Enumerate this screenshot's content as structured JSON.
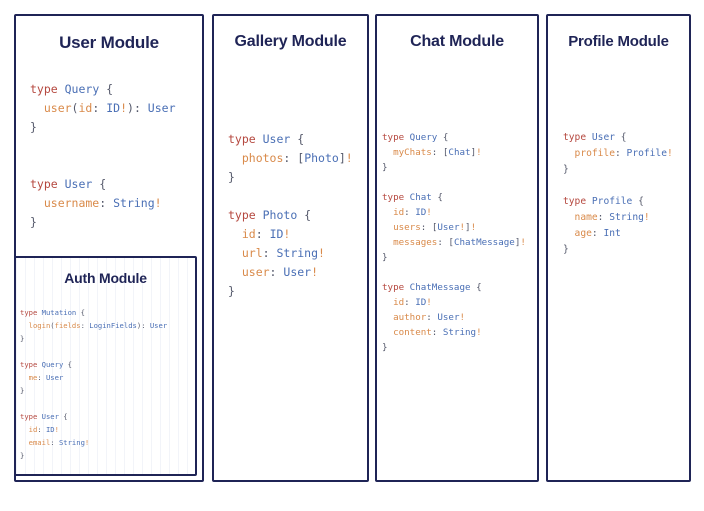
{
  "diagram": {
    "background": "#ffffff",
    "border_color": "#1f2456",
    "title_color": "#1f2456",
    "syntax_colors": {
      "keyword": "#b5483f",
      "type": "#4a6fb5",
      "field": "#d98a4a",
      "punctuation": "#55596b"
    }
  },
  "modules": {
    "user": {
      "title": "User Module",
      "code_lines": [
        [
          {
            "t": "type ",
            "c": "kw"
          },
          {
            "t": "Query",
            "c": "ty"
          },
          {
            "t": " {",
            "c": "pun"
          }
        ],
        [
          {
            "t": "  user",
            "c": "fld"
          },
          {
            "t": "(",
            "c": "pun"
          },
          {
            "t": "id",
            "c": "fld"
          },
          {
            "t": ": ",
            "c": "pun"
          },
          {
            "t": "ID",
            "c": "ty"
          },
          {
            "t": "!",
            "c": "bang"
          },
          {
            "t": ")",
            "c": "pun"
          },
          {
            "t": ": ",
            "c": "pun"
          },
          {
            "t": "User",
            "c": "ty"
          }
        ],
        [
          {
            "t": "}",
            "c": "pun"
          }
        ],
        [
          {
            "t": "",
            "c": "pun"
          }
        ],
        [
          {
            "t": "",
            "c": "pun"
          }
        ],
        [
          {
            "t": "type ",
            "c": "kw"
          },
          {
            "t": "User",
            "c": "ty"
          },
          {
            "t": " {",
            "c": "pun"
          }
        ],
        [
          {
            "t": "  username",
            "c": "fld"
          },
          {
            "t": ": ",
            "c": "pun"
          },
          {
            "t": "String",
            "c": "ty"
          },
          {
            "t": "!",
            "c": "bang"
          }
        ],
        [
          {
            "t": "}",
            "c": "pun"
          }
        ]
      ]
    },
    "auth": {
      "title": "Auth Module",
      "code_lines": [
        [
          {
            "t": "type ",
            "c": "kw"
          },
          {
            "t": "Mutation",
            "c": "ty"
          },
          {
            "t": " {",
            "c": "pun"
          }
        ],
        [
          {
            "t": "  login",
            "c": "fld"
          },
          {
            "t": "(",
            "c": "pun"
          },
          {
            "t": "fields",
            "c": "fld"
          },
          {
            "t": ": ",
            "c": "pun"
          },
          {
            "t": "LoginFields",
            "c": "ty"
          },
          {
            "t": ")",
            "c": "pun"
          },
          {
            "t": ": ",
            "c": "pun"
          },
          {
            "t": "User",
            "c": "ty"
          }
        ],
        [
          {
            "t": "}",
            "c": "pun"
          }
        ],
        [
          {
            "t": "",
            "c": "pun"
          }
        ],
        [
          {
            "t": "type ",
            "c": "kw"
          },
          {
            "t": "Query",
            "c": "ty"
          },
          {
            "t": " {",
            "c": "pun"
          }
        ],
        [
          {
            "t": "  me",
            "c": "fld"
          },
          {
            "t": ": ",
            "c": "pun"
          },
          {
            "t": "User",
            "c": "ty"
          }
        ],
        [
          {
            "t": "}",
            "c": "pun"
          }
        ],
        [
          {
            "t": "",
            "c": "pun"
          }
        ],
        [
          {
            "t": "type ",
            "c": "kw"
          },
          {
            "t": "User",
            "c": "ty"
          },
          {
            "t": " {",
            "c": "pun"
          }
        ],
        [
          {
            "t": "  id",
            "c": "fld"
          },
          {
            "t": ": ",
            "c": "pun"
          },
          {
            "t": "ID",
            "c": "ty"
          },
          {
            "t": "!",
            "c": "bang"
          }
        ],
        [
          {
            "t": "  email",
            "c": "fld"
          },
          {
            "t": ": ",
            "c": "pun"
          },
          {
            "t": "String",
            "c": "ty"
          },
          {
            "t": "!",
            "c": "bang"
          }
        ],
        [
          {
            "t": "}",
            "c": "pun"
          }
        ]
      ]
    },
    "gallery": {
      "title": "Gallery Module",
      "code_lines": [
        [
          {
            "t": "type ",
            "c": "kw"
          },
          {
            "t": "User",
            "c": "ty"
          },
          {
            "t": " {",
            "c": "pun"
          }
        ],
        [
          {
            "t": "  photos",
            "c": "fld"
          },
          {
            "t": ": ",
            "c": "pun"
          },
          {
            "t": "[",
            "c": "pun"
          },
          {
            "t": "Photo",
            "c": "ty"
          },
          {
            "t": "]",
            "c": "pun"
          },
          {
            "t": "!",
            "c": "bang"
          }
        ],
        [
          {
            "t": "}",
            "c": "pun"
          }
        ],
        [
          {
            "t": "",
            "c": "pun"
          }
        ],
        [
          {
            "t": "type ",
            "c": "kw"
          },
          {
            "t": "Photo",
            "c": "ty"
          },
          {
            "t": " {",
            "c": "pun"
          }
        ],
        [
          {
            "t": "  id",
            "c": "fld"
          },
          {
            "t": ": ",
            "c": "pun"
          },
          {
            "t": "ID",
            "c": "ty"
          },
          {
            "t": "!",
            "c": "bang"
          }
        ],
        [
          {
            "t": "  url",
            "c": "fld"
          },
          {
            "t": ": ",
            "c": "pun"
          },
          {
            "t": "String",
            "c": "ty"
          },
          {
            "t": "!",
            "c": "bang"
          }
        ],
        [
          {
            "t": "  user",
            "c": "fld"
          },
          {
            "t": ": ",
            "c": "pun"
          },
          {
            "t": "User",
            "c": "ty"
          },
          {
            "t": "!",
            "c": "bang"
          }
        ],
        [
          {
            "t": "}",
            "c": "pun"
          }
        ]
      ]
    },
    "chat": {
      "title": "Chat Module",
      "code_lines": [
        [
          {
            "t": "type ",
            "c": "kw"
          },
          {
            "t": "Query",
            "c": "ty"
          },
          {
            "t": " {",
            "c": "pun"
          }
        ],
        [
          {
            "t": "  myChats",
            "c": "fld"
          },
          {
            "t": ": ",
            "c": "pun"
          },
          {
            "t": "[",
            "c": "pun"
          },
          {
            "t": "Chat",
            "c": "ty"
          },
          {
            "t": "]",
            "c": "pun"
          },
          {
            "t": "!",
            "c": "bang"
          }
        ],
        [
          {
            "t": "}",
            "c": "pun"
          }
        ],
        [
          {
            "t": "",
            "c": "pun"
          }
        ],
        [
          {
            "t": "type ",
            "c": "kw"
          },
          {
            "t": "Chat",
            "c": "ty"
          },
          {
            "t": " {",
            "c": "pun"
          }
        ],
        [
          {
            "t": "  id",
            "c": "fld"
          },
          {
            "t": ": ",
            "c": "pun"
          },
          {
            "t": "ID",
            "c": "ty"
          },
          {
            "t": "!",
            "c": "bang"
          }
        ],
        [
          {
            "t": "  users",
            "c": "fld"
          },
          {
            "t": ": ",
            "c": "pun"
          },
          {
            "t": "[",
            "c": "pun"
          },
          {
            "t": "User",
            "c": "ty"
          },
          {
            "t": "!",
            "c": "bang"
          },
          {
            "t": "]",
            "c": "pun"
          },
          {
            "t": "!",
            "c": "bang"
          }
        ],
        [
          {
            "t": "  messages",
            "c": "fld"
          },
          {
            "t": ": ",
            "c": "pun"
          },
          {
            "t": "[",
            "c": "pun"
          },
          {
            "t": "ChatMessage",
            "c": "ty"
          },
          {
            "t": "]",
            "c": "pun"
          },
          {
            "t": "!",
            "c": "bang"
          }
        ],
        [
          {
            "t": "}",
            "c": "pun"
          }
        ],
        [
          {
            "t": "",
            "c": "pun"
          }
        ],
        [
          {
            "t": "type ",
            "c": "kw"
          },
          {
            "t": "ChatMessage",
            "c": "ty"
          },
          {
            "t": " {",
            "c": "pun"
          }
        ],
        [
          {
            "t": "  id",
            "c": "fld"
          },
          {
            "t": ": ",
            "c": "pun"
          },
          {
            "t": "ID",
            "c": "ty"
          },
          {
            "t": "!",
            "c": "bang"
          }
        ],
        [
          {
            "t": "  author",
            "c": "fld"
          },
          {
            "t": ": ",
            "c": "pun"
          },
          {
            "t": "User",
            "c": "ty"
          },
          {
            "t": "!",
            "c": "bang"
          }
        ],
        [
          {
            "t": "  content",
            "c": "fld"
          },
          {
            "t": ": ",
            "c": "pun"
          },
          {
            "t": "String",
            "c": "ty"
          },
          {
            "t": "!",
            "c": "bang"
          }
        ],
        [
          {
            "t": "}",
            "c": "pun"
          }
        ]
      ]
    },
    "profile": {
      "title": "Profile Module",
      "code_lines": [
        [
          {
            "t": "type ",
            "c": "kw"
          },
          {
            "t": "User",
            "c": "ty"
          },
          {
            "t": " {",
            "c": "pun"
          }
        ],
        [
          {
            "t": "  profile",
            "c": "fld"
          },
          {
            "t": ": ",
            "c": "pun"
          },
          {
            "t": "Profile",
            "c": "ty"
          },
          {
            "t": "!",
            "c": "bang"
          }
        ],
        [
          {
            "t": "}",
            "c": "pun"
          }
        ],
        [
          {
            "t": "",
            "c": "pun"
          }
        ],
        [
          {
            "t": "type ",
            "c": "kw"
          },
          {
            "t": "Profile",
            "c": "ty"
          },
          {
            "t": " {",
            "c": "pun"
          }
        ],
        [
          {
            "t": "  name",
            "c": "fld"
          },
          {
            "t": ": ",
            "c": "pun"
          },
          {
            "t": "String",
            "c": "ty"
          },
          {
            "t": "!",
            "c": "bang"
          }
        ],
        [
          {
            "t": "  age",
            "c": "fld"
          },
          {
            "t": ": ",
            "c": "pun"
          },
          {
            "t": "Int",
            "c": "ty"
          }
        ],
        [
          {
            "t": "}",
            "c": "pun"
          }
        ]
      ]
    }
  }
}
